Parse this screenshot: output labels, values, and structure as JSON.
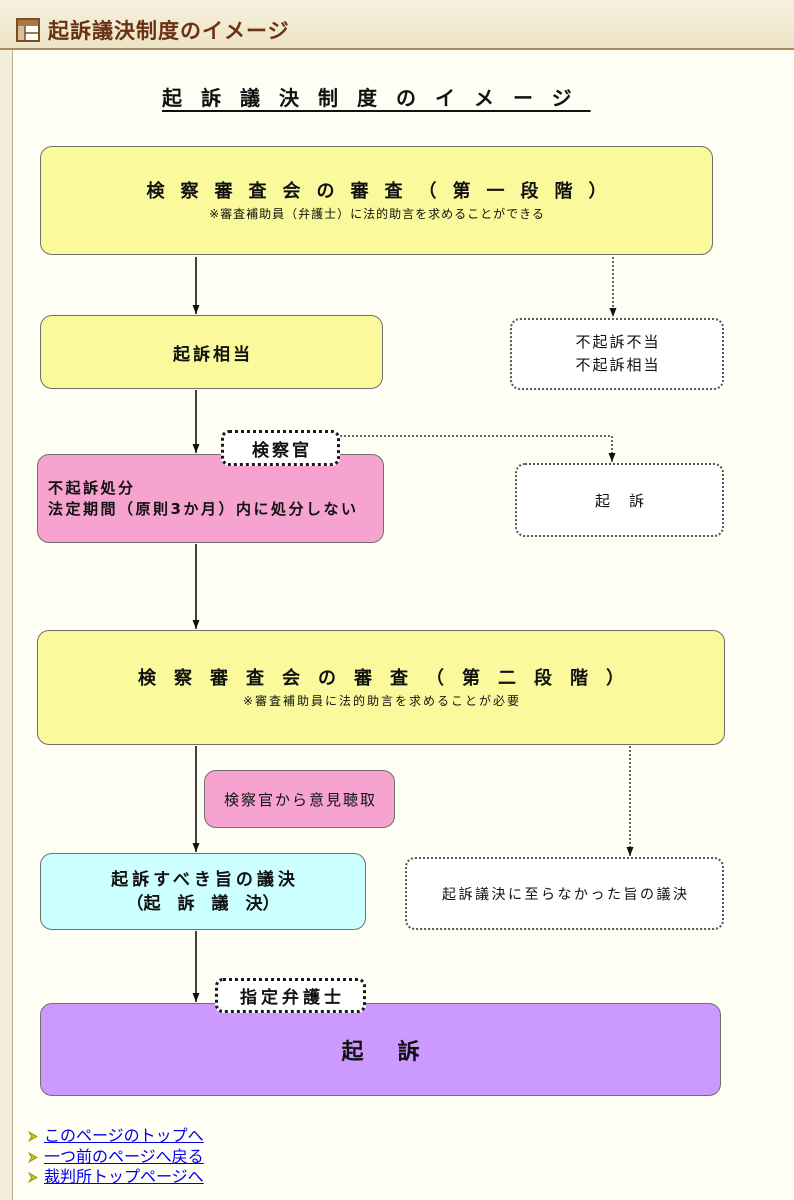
{
  "header": {
    "icon": "page-icon",
    "title": "起訴議決制度のイメージ"
  },
  "diagram": {
    "title": "起訴議決制度のイメージ",
    "stage1": {
      "title": "検察審査会の審査（第一段階）",
      "note": "※審査補助員（弁護士）に法的助言を求めることができる"
    },
    "kiso_soutou": "起訴相当",
    "fukiso": [
      "不起訴不当",
      "不起訴相当"
    ],
    "kensatsukan": "検察官",
    "fukiso_shobun": [
      "不起訴処分",
      "法定期間（原則3か月）内に処分しない"
    ],
    "kiso_direct": "起　訴",
    "stage2": {
      "title": "検察審査会の審査（第二段階）",
      "note": "※審査補助員に法的助言を求めることが必要"
    },
    "hearing": "検察官から意見聴取",
    "kiso_giketsu": [
      "起訴すべき旨の議決",
      "（起　訴　議　決）"
    ],
    "not_reached": "起訴議決に至らなかった旨の議決",
    "shitei_bengoshi": "指定弁護士",
    "kiso_final": "起　訴"
  },
  "links": [
    {
      "icon": "arrow-bullet-icon",
      "label": "このページのトップへ"
    },
    {
      "icon": "arrow-bullet-icon",
      "label": "一つ前のページへ戻る"
    },
    {
      "icon": "arrow-bullet-icon",
      "label": "裁判所トップページへ"
    }
  ],
  "colors": {
    "stage": "#fafa9c",
    "pink": "#f6a3cf",
    "cyan": "#ccffff",
    "purple": "#cc99ff",
    "header_text": "#6a3212",
    "link": "#0000ee"
  }
}
